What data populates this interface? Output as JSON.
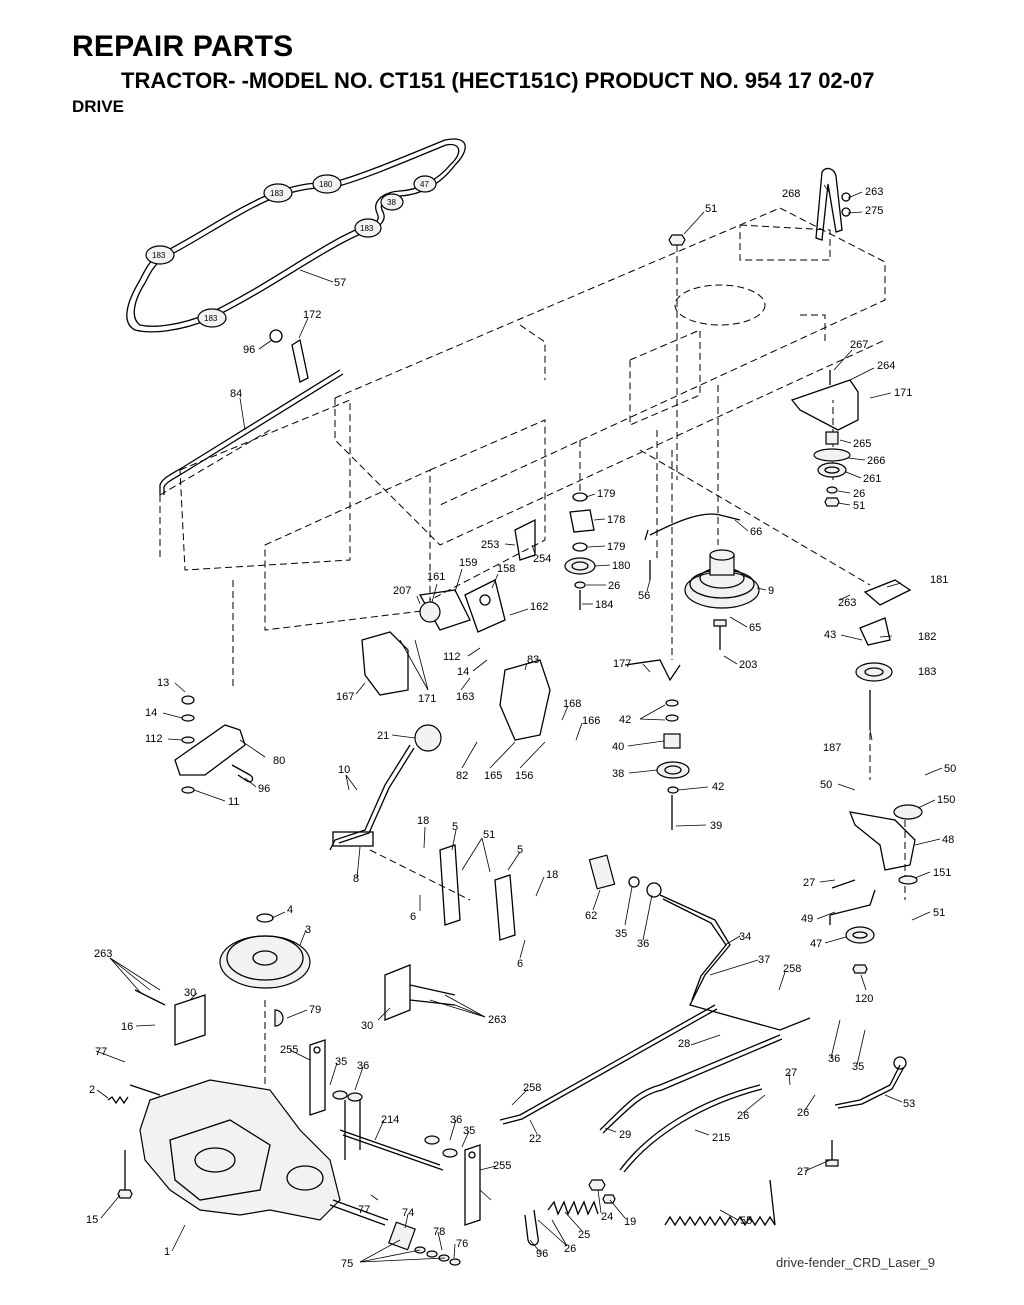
{
  "header": {
    "title": "REPAIR PARTS",
    "subtitle": "TRACTOR- -MODEL NO. CT151 (HECT151C) PRODUCT NO. 954 17 02-07",
    "section": "DRIVE"
  },
  "footer": {
    "drawing_id": "drive-fender_CRD_Laser_9"
  },
  "belt_pulley_labels": [
    "183",
    "180",
    "47",
    "38",
    "183",
    "183",
    "183"
  ],
  "callouts": [
    "57",
    "268",
    "263",
    "275",
    "51",
    "172",
    "96",
    "84",
    "267",
    "264",
    "171",
    "265",
    "266",
    "261",
    "26",
    "51",
    "179",
    "178",
    "179",
    "180",
    "26",
    "184",
    "253",
    "254",
    "66",
    "9",
    "56",
    "65",
    "203",
    "161",
    "159",
    "158",
    "207",
    "162",
    "112",
    "14",
    "83",
    "163",
    "167",
    "171",
    "263",
    "181",
    "43",
    "182",
    "183",
    "187",
    "177",
    "42",
    "40",
    "38",
    "42",
    "39",
    "13",
    "14",
    "112",
    "80",
    "96",
    "11",
    "21",
    "10",
    "8",
    "82",
    "165",
    "156",
    "168",
    "166",
    "18",
    "5",
    "51",
    "5",
    "18",
    "6",
    "6",
    "62",
    "35",
    "36",
    "34",
    "37",
    "258",
    "50",
    "50",
    "150",
    "48",
    "27",
    "151",
    "49",
    "47",
    "51",
    "120",
    "4",
    "3",
    "263",
    "30",
    "16",
    "79",
    "30",
    "263",
    "77",
    "2",
    "255",
    "35",
    "36",
    "214",
    "36",
    "35",
    "28",
    "258",
    "22",
    "29",
    "215",
    "26",
    "27",
    "26",
    "36",
    "35",
    "53",
    "27",
    "1",
    "15",
    "77",
    "74",
    "78",
    "76",
    "75",
    "255",
    "24",
    "19",
    "25",
    "26",
    "96",
    "55"
  ]
}
